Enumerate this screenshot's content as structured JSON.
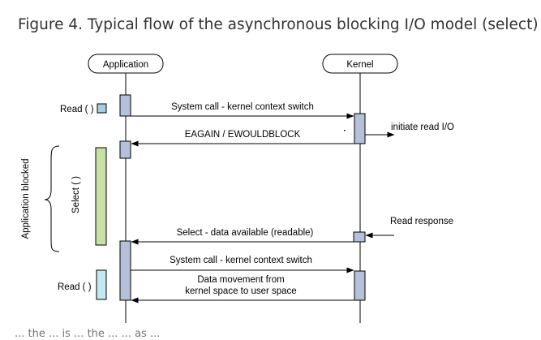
{
  "title": "Figure 4. Typical flow of the asynchronous blocking I/O model (select)",
  "participants": {
    "application": "Application",
    "kernel": "Kernel"
  },
  "side_labels": {
    "read_first": "Read ( )",
    "read_second": "Read ( )",
    "select": "Select ( )",
    "application_blocked": "Application blocked"
  },
  "messages": {
    "syscall_1": "System call - kernel context switch",
    "eagain": "EAGAIN / EWOULDBLOCK",
    "initiate": "initiate read I/O",
    "read_response": "Read response",
    "select_available": "Select - data available (readable)",
    "syscall_2": "System call - kernel context switch",
    "data_movement_line1": "Data movement from",
    "data_movement_line2": "kernel space to user space"
  },
  "caption_fragment": "... the ... is ... the ... ... as ...",
  "colors": {
    "activation": "#b5c1d9",
    "select_bar": "#c7e0a4",
    "read_box_1": "#a6cde0",
    "read_box_2": "#c3e8f0"
  }
}
